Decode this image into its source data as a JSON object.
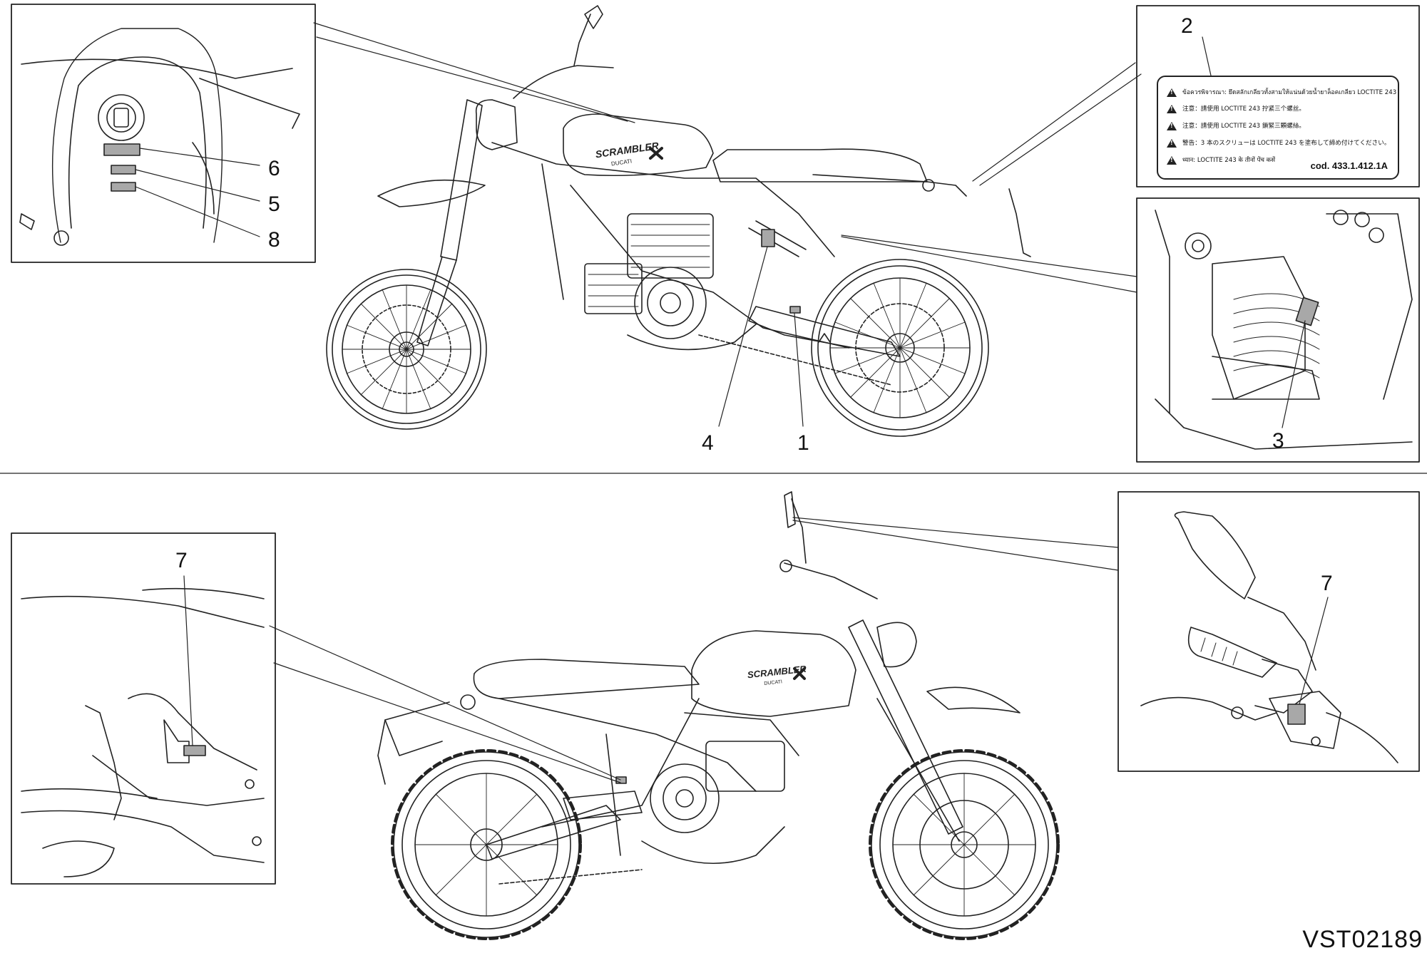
{
  "callouts": {
    "c1": "1",
    "c2": "2",
    "c3": "3",
    "c4": "4",
    "c5": "5",
    "c6": "6",
    "c7a": "7",
    "c7b": "7",
    "c8": "8"
  },
  "label": {
    "lines": [
      "ข้อควรพิจารณา: ยึดสลักเกลียวทั้งสามให้แน่นด้วยน้ำยาล็อคเกลียว LOCTITE 243",
      "注意：請使用 LOCTITE 243 拧紧三个螺丝。",
      "注意：請使用 LOCTITE 243 鎖緊三顆螺絲。",
      "警告：3 本のスクリューは LOCTITE 243 を塗布して締め付けてください。",
      "ध्यान: LOCTITE 243 के तीनों पेंच कसें"
    ],
    "code": "cod. 433.1.412.1A"
  },
  "tank_logo": "SCRAMBLER",
  "tank_logo_sub": "DUCATI",
  "doc_id": "VST02189",
  "colors": {
    "line": "#222222",
    "label_fill": "#a8a8a8",
    "background": "#ffffff"
  }
}
